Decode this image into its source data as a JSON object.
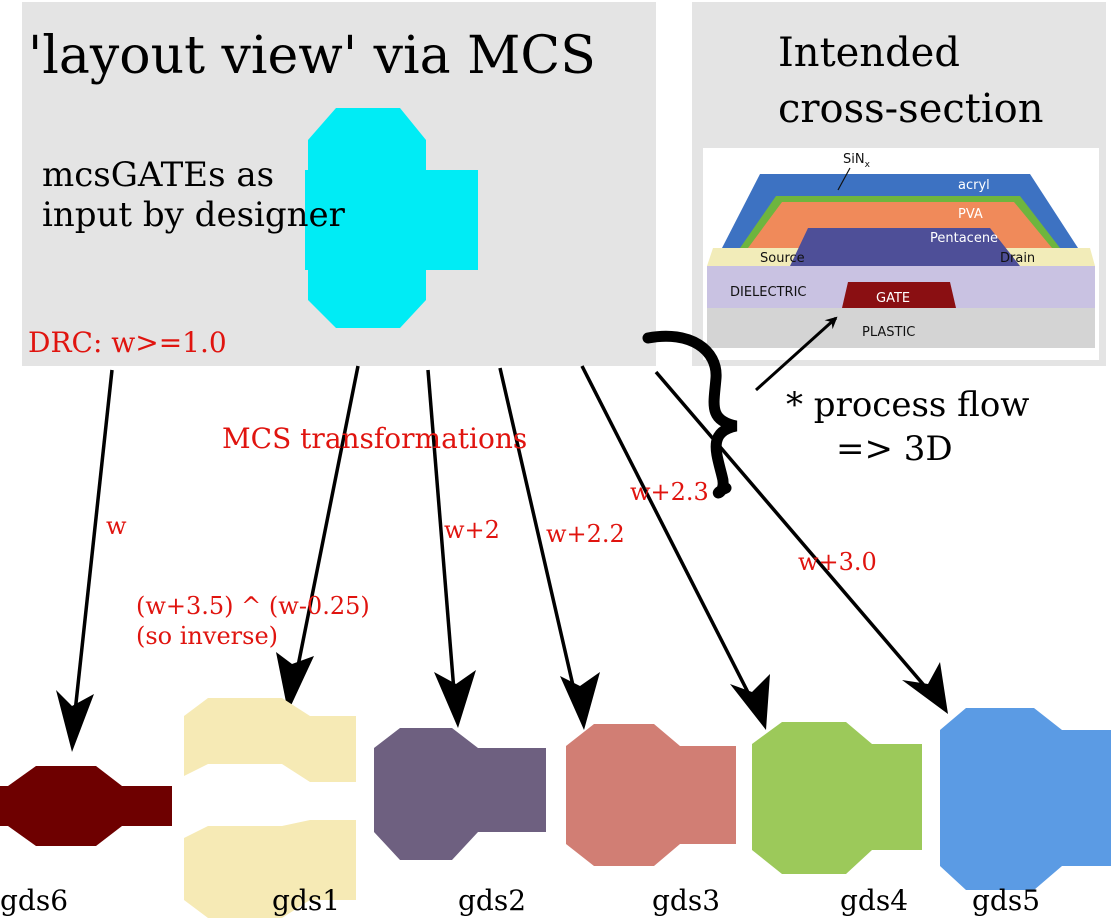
{
  "layout_panel": {
    "title": "'layout view' via MCS",
    "note_line1": "mcsGATEs as",
    "note_line2": "input by designer",
    "drc_rule": "DRC: w>=1.0",
    "gate_color": "#00ecf5"
  },
  "cross_section_panel": {
    "title_line1": "Intended",
    "title_line2": "cross-section",
    "labels": {
      "sin": "SiN",
      "sin_sub": "x",
      "acryl": "acryl",
      "pva": "PVA",
      "pentacene": "Pentacene",
      "source": "Source",
      "drain": "Drain",
      "dielectric": "DIELECTRIC",
      "gate": "GATE",
      "plastic": "PLASTIC"
    }
  },
  "transformations_label": "MCS transformations",
  "process_flow": {
    "line1": "* process flow",
    "line2": "=> 3D"
  },
  "outputs": [
    {
      "name": "gds6",
      "rule": "w",
      "color": "#6e0000"
    },
    {
      "name": "gds1",
      "rule_line1": "(w+3.5) ^ (w-0.25)",
      "rule_line2": "(so inverse)",
      "color": "#f6eab5"
    },
    {
      "name": "gds2",
      "rule": "w+2",
      "color": "#6e6080"
    },
    {
      "name": "gds3",
      "rule": "w+2.2",
      "color": "#d17e74"
    },
    {
      "name": "gds4",
      "rule": "w+2.3",
      "color": "#9cc95a"
    },
    {
      "name": "gds5",
      "rule": "w+3.0",
      "color": "#5b9be4"
    }
  ],
  "colors": {
    "panel_bg": "#e4e4e4",
    "annotation_red": "#e0140f"
  }
}
